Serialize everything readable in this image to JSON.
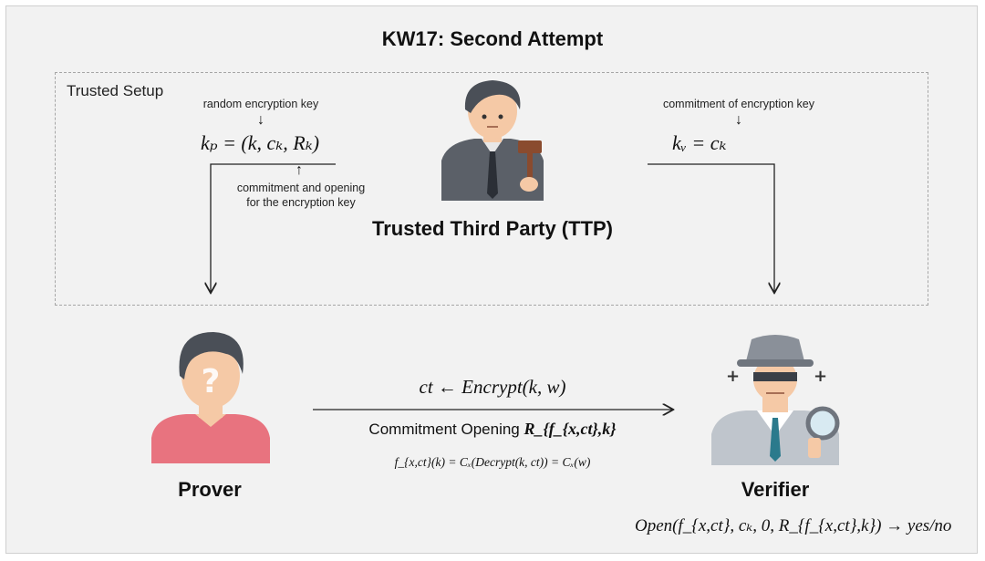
{
  "title": "KW17: Second Attempt",
  "setup_label": "Trusted Setup",
  "ttp": {
    "label": "Trusted Third Party (TTP)",
    "icon": "judge-with-gavel-icon"
  },
  "prover": {
    "label": "Prover",
    "icon": "prover-person-icon",
    "key_top_note": "random encryption key",
    "key_formula": "kₚ = (k, cₖ, Rₖ)",
    "key_bottom_note_line1": "commitment and opening",
    "key_bottom_note_line2": "for the encryption key"
  },
  "verifier": {
    "label": "Verifier",
    "icon": "detective-icon",
    "key_top_note": "commitment of encryption key",
    "key_formula": "kᵥ = cₖ",
    "result_formula": "Open(f_{x,ct}, cₖ, 0, R_{f_{x,ct},k}) → yes/no"
  },
  "message": {
    "ciphertext_formula": "ct ← Encrypt(k, w)",
    "opening_label": "Commitment Opening",
    "opening_symbol": "R_{f_{x,ct},k}",
    "function_formula": "f_{x,ct}(k) = Cₓ(Decrypt(k, ct)) = Cₓ(w)"
  },
  "arrow_glyphs": {
    "down": "↓",
    "up": "↑"
  },
  "colors": {
    "background": "#f2f2f2",
    "skin": "#f5c9a6",
    "hair": "#4a4f57",
    "suit": "#5b6068",
    "prover_shirt": "#e8737f",
    "detective_coat": "#bfc5cc",
    "gavel": "#8a4b2e"
  }
}
